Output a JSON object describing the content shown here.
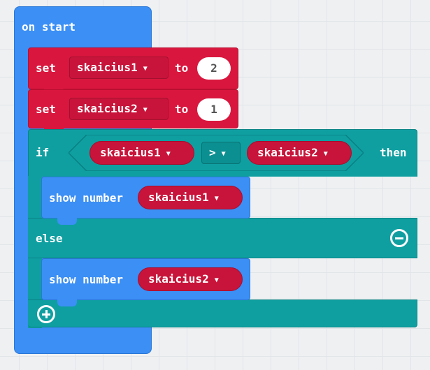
{
  "on_start": {
    "label": "on start"
  },
  "set_blocks": [
    {
      "keyword": "set",
      "variable": "skaicius1",
      "to_label": "to",
      "value": "2"
    },
    {
      "keyword": "set",
      "variable": "skaicius2",
      "to_label": "to",
      "value": "1"
    }
  ],
  "if_block": {
    "if_label": "if",
    "then_label": "then",
    "else_label": "else",
    "condition": {
      "left": "skaicius1",
      "operator": ">",
      "right": "skaicius2"
    }
  },
  "show_blocks": [
    {
      "label": "show number",
      "variable": "skaicius1"
    },
    {
      "label": "show number",
      "variable": "skaicius2"
    }
  ],
  "colors": {
    "event_blue": "#3b8ff5",
    "variables_red": "#d9173e",
    "logic_teal": "#0f9fa1",
    "workspace": "#eef0f2"
  }
}
